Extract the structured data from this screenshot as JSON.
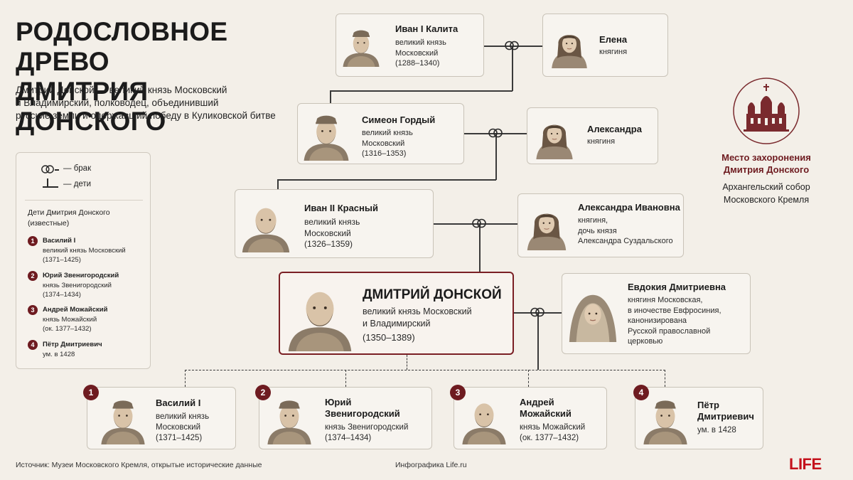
{
  "header": {
    "title_line1": "РОДОСЛОВНОЕ ДРЕВО",
    "title_line2": "ДМИТРИЯ ДОНСКОГО",
    "subtitle_line1": "Дмитрий Донской — великий князь Московский",
    "subtitle_line2": "и Владимирский, полководец, объединивший",
    "subtitle_line3": "русские земли и одержавший победу в Куликовской битве"
  },
  "legend": {
    "marriage": "— брак",
    "children": "— дети",
    "kids_title_line1": "Дети Дмитрия Донского",
    "kids_title_line2": "(известные)",
    "kids": [
      {
        "num": "1",
        "name": "Василий I",
        "line1": "великий князь Московский",
        "line2": "(1371–1425)"
      },
      {
        "num": "2",
        "name": "Юрий Звенигородский",
        "line1": "князь Звенигородский",
        "line2": "(1374–1434)"
      },
      {
        "num": "3",
        "name": "Андрей Можайский",
        "line1": "князь Можайский",
        "line2": "(ок. 1377–1432)"
      },
      {
        "num": "4",
        "name": "Пётр Дмитриевич",
        "line1": "ум. в 1428",
        "line2": ""
      }
    ]
  },
  "tree": {
    "ivan1": {
      "name": "Иван I Калита",
      "line1": "великий князь",
      "line2": "Московский",
      "years": "(1288–1340)"
    },
    "elena": {
      "name": "Елена",
      "line1": "княгиня"
    },
    "simeon": {
      "name": "Симеон Гордый",
      "line1": "великий князь",
      "line2": "Московский",
      "years": "(1316–1353)"
    },
    "aleksandra": {
      "name": "Александра",
      "line1": "княгиня"
    },
    "ivan2": {
      "name": "Иван II Красный",
      "line1": "великий князь",
      "line2": "Московский",
      "years": "(1326–1359)"
    },
    "aleksandra_iv": {
      "name": "Александра Ивановна",
      "line1": "княгиня,",
      "line2": "дочь князя",
      "line3": "Александра Суздальского"
    },
    "dmitry": {
      "name": "ДМИТРИЙ ДОНСКОЙ",
      "line1": "великий князь Московский",
      "line2": "и Владимирский",
      "years": "(1350–1389)"
    },
    "evdokia": {
      "name": "Евдокия Дмитриевна",
      "line1": "княгиня Московская,",
      "line2": "в иночестве Евфросиния,",
      "line3": "канонизирована",
      "line4": "Русской православной",
      "line5": "церковью"
    }
  },
  "children": [
    {
      "num": "1",
      "name_line1": "Василий I",
      "name_line2": "",
      "line1": "великий князь",
      "line2": "Московский",
      "years": "(1371–1425)"
    },
    {
      "num": "2",
      "name_line1": "Юрий",
      "name_line2": "Звенигородский",
      "line1": "князь Звенигородский",
      "line2": "",
      "years": "(1374–1434)"
    },
    {
      "num": "3",
      "name_line1": "Андрей",
      "name_line2": "Можайский",
      "line1": "князь Можайский",
      "line2": "",
      "years": "(ок. 1377–1432)"
    },
    {
      "num": "4",
      "name_line1": "Пётр",
      "name_line2": "Дмитриевич",
      "line1": "ум. в 1428",
      "line2": "",
      "years": ""
    }
  ],
  "burial": {
    "title_line1": "Место захоронения",
    "title_line2": "Дмитрия Донского",
    "place_line1": "Архангельский собор",
    "place_line2": "Московского Кремля"
  },
  "footer": {
    "source": "Источник: Музеи Московского Кремля, открытые исторические данные",
    "credit": "Инфографика Life.ru",
    "logo": "LIFE"
  },
  "colors": {
    "accent": "#6e1b20",
    "logo": "#c4111b",
    "background": "#f3efe8"
  }
}
